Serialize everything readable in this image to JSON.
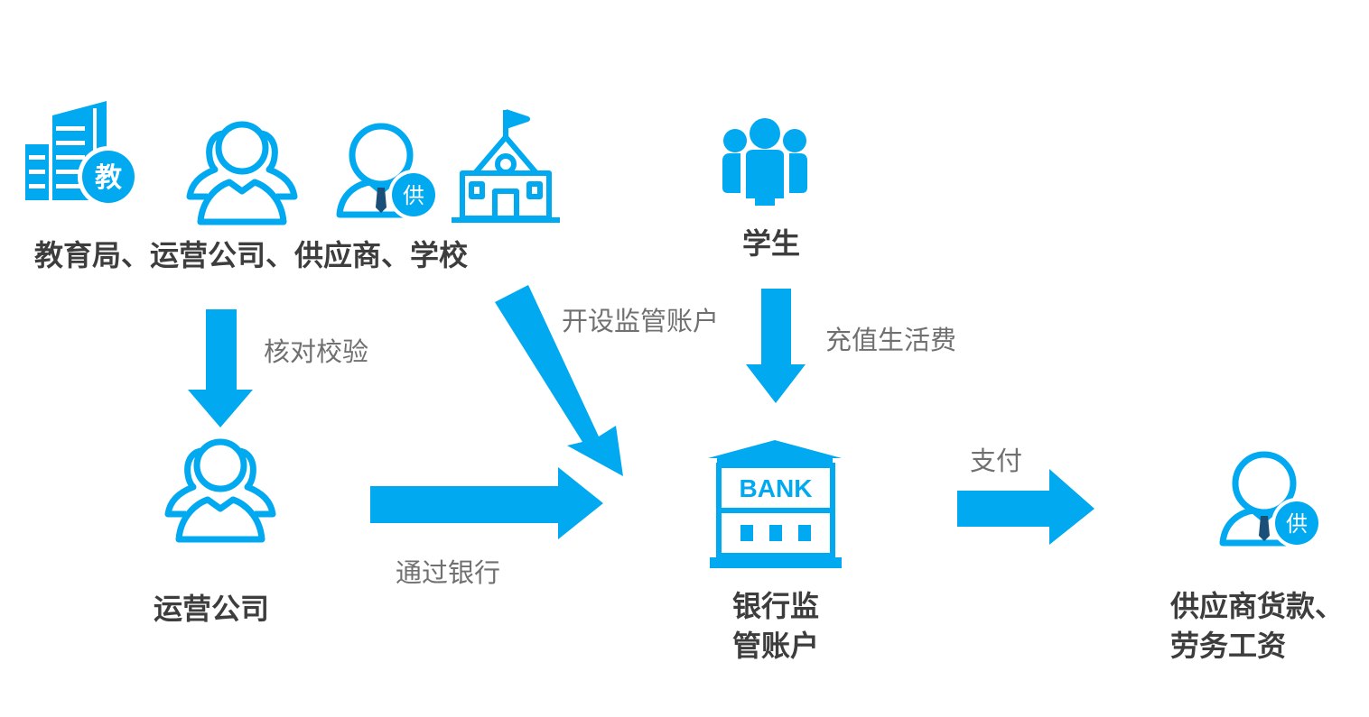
{
  "colors": {
    "accent": "#00a9f0",
    "strong_text": "#3d3d3d",
    "light_text": "#707070"
  },
  "icons": {
    "education_bureau": {
      "name": "building-icon",
      "badge": "教"
    },
    "operator_top": {
      "name": "users-icon"
    },
    "supplier_top": {
      "name": "supplier-person-icon",
      "badge": "供"
    },
    "school": {
      "name": "school-icon"
    },
    "students": {
      "name": "group-icon"
    },
    "operator_mid": {
      "name": "users-icon"
    },
    "bank": {
      "name": "bank-icon",
      "text": "BANK"
    },
    "supplier_right": {
      "name": "supplier-person-icon",
      "badge": "供"
    }
  },
  "nodes": {
    "parties": "教育局、运营公司、供应商、学校",
    "students": "学生",
    "operator": "运营公司",
    "bank_line1": "银行监",
    "bank_line2": "管账户",
    "payee_line1": "供应商货款、",
    "payee_line2": "劳务工资"
  },
  "edges": {
    "verify": "核对校验",
    "open_account": "开设监管账户",
    "recharge": "充值生活费",
    "via_bank": "通过银行",
    "pay": "支付"
  }
}
